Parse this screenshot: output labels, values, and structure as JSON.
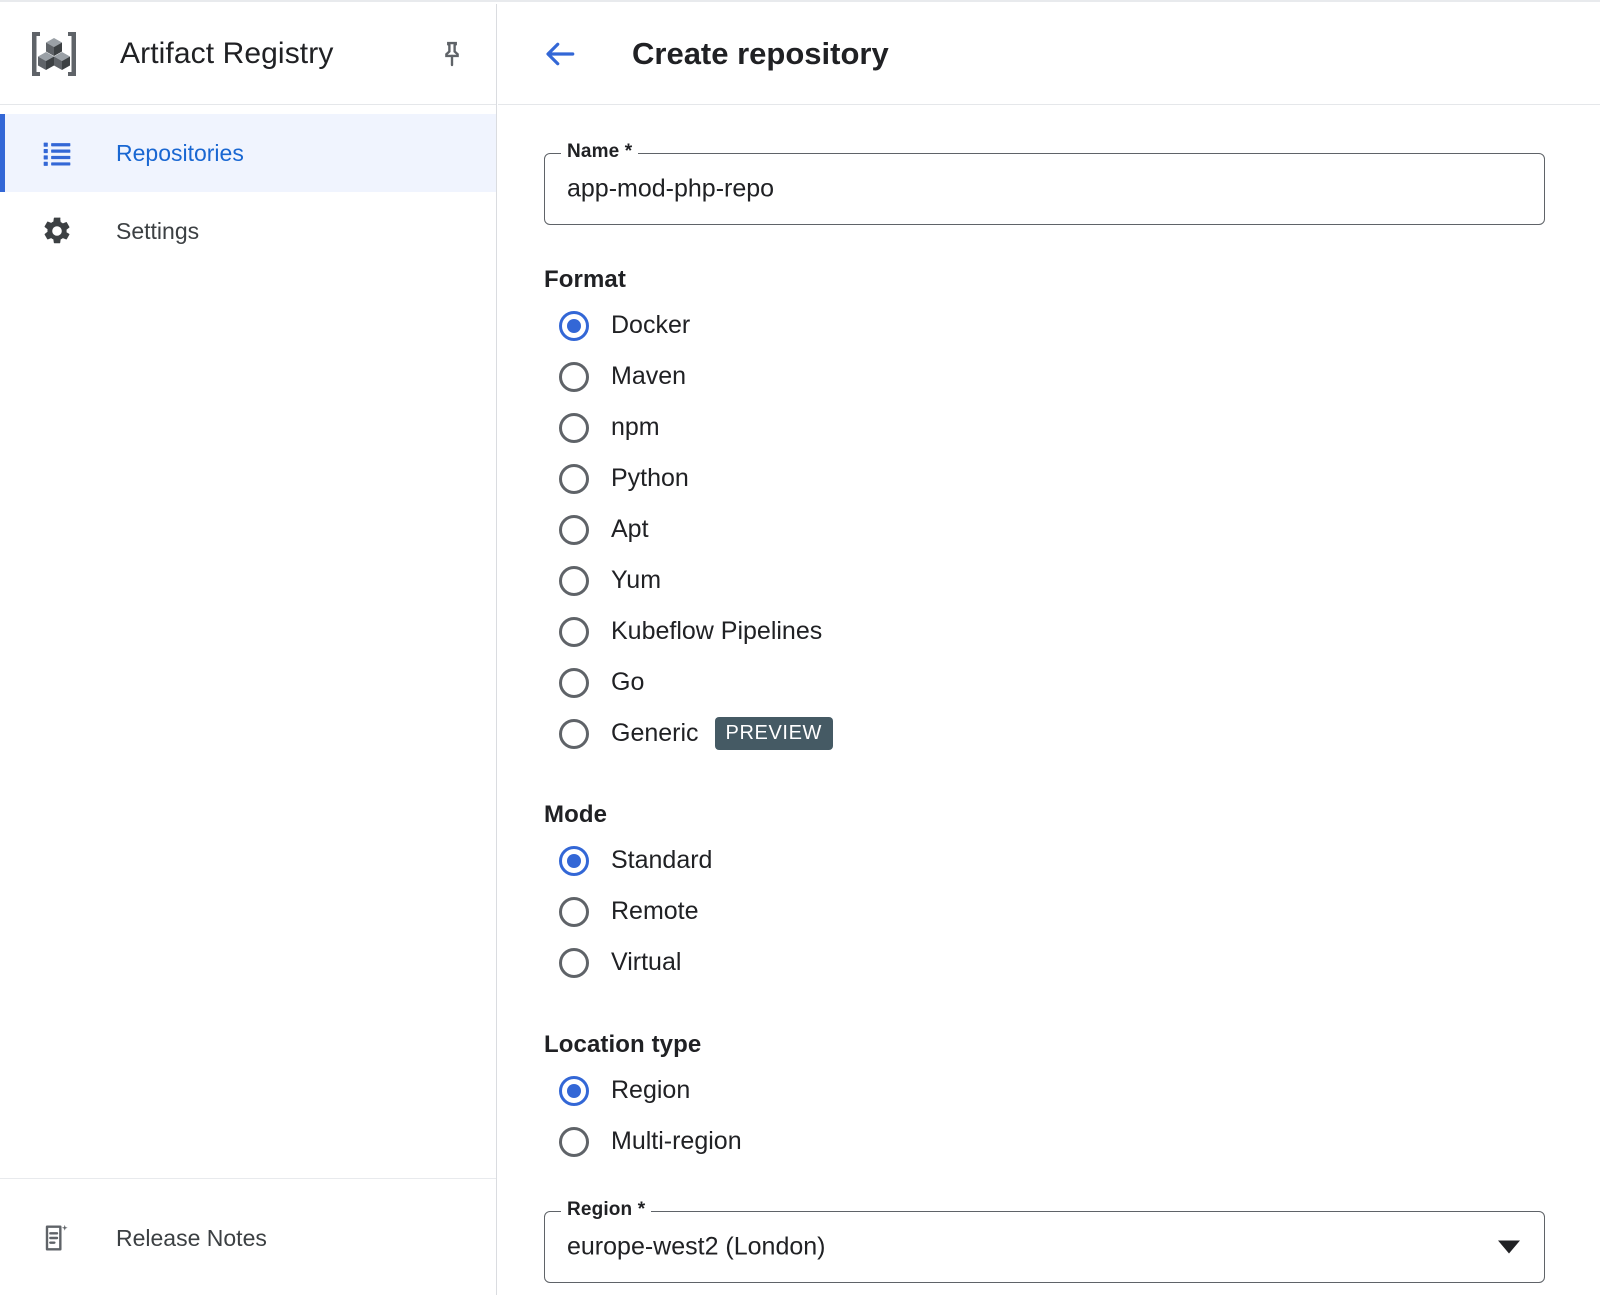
{
  "sidebar": {
    "app_title": "Artifact Registry",
    "logo_icon": "artifact-registry-logo",
    "pin_icon": "pin-icon",
    "items": [
      {
        "label": "Repositories",
        "icon": "list-icon",
        "active": true
      },
      {
        "label": "Settings",
        "icon": "gear-icon",
        "active": false
      }
    ],
    "footer": {
      "label": "Release Notes",
      "icon": "release-notes-icon"
    }
  },
  "header": {
    "back_icon": "back-arrow-icon",
    "title": "Create repository"
  },
  "form": {
    "name_field": {
      "label": "Name *",
      "value": "app-mod-php-repo"
    },
    "format": {
      "title": "Format",
      "options": [
        {
          "label": "Docker",
          "checked": true,
          "badge": ""
        },
        {
          "label": "Maven",
          "checked": false,
          "badge": ""
        },
        {
          "label": "npm",
          "checked": false,
          "badge": ""
        },
        {
          "label": "Python",
          "checked": false,
          "badge": ""
        },
        {
          "label": "Apt",
          "checked": false,
          "badge": ""
        },
        {
          "label": "Yum",
          "checked": false,
          "badge": ""
        },
        {
          "label": "Kubeflow Pipelines",
          "checked": false,
          "badge": ""
        },
        {
          "label": "Go",
          "checked": false,
          "badge": ""
        },
        {
          "label": "Generic",
          "checked": false,
          "badge": "PREVIEW"
        }
      ]
    },
    "mode": {
      "title": "Mode",
      "options": [
        {
          "label": "Standard",
          "checked": true
        },
        {
          "label": "Remote",
          "checked": false
        },
        {
          "label": "Virtual",
          "checked": false
        }
      ]
    },
    "location_type": {
      "title": "Location type",
      "options": [
        {
          "label": "Region",
          "checked": true
        },
        {
          "label": "Multi-region",
          "checked": false
        }
      ]
    },
    "region_field": {
      "label": "Region *",
      "value": "europe-west2 (London)",
      "arrow_icon": "chevron-down-icon"
    }
  },
  "colors": {
    "accent_blue": "#3367d6",
    "link_blue": "#1967d2",
    "active_bg": "#f0f4fe",
    "badge_bg": "#455a64",
    "text_primary": "#202124",
    "icon_gray": "#5f6368"
  }
}
